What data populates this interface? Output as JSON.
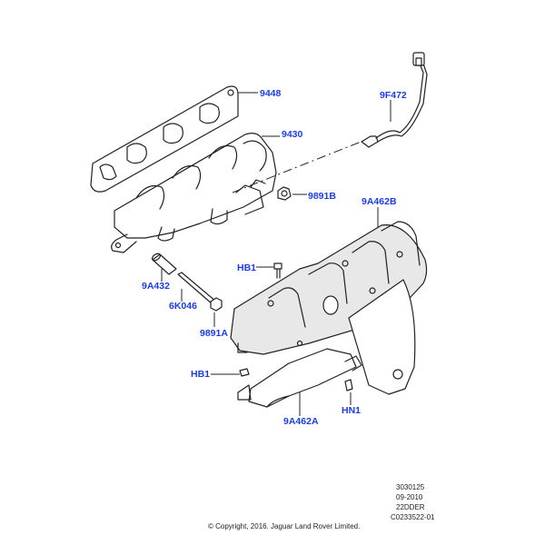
{
  "callouts": {
    "gasket": "9448",
    "manifold": "9430",
    "sensor": "9F472",
    "nut_right": "9891B",
    "heat_shield_upper": "9A462B",
    "spacer": "9A432",
    "stud": "6K046",
    "nut_left": "9891A",
    "bolt_upper": "HB1",
    "bolt_lower": "HB1",
    "heat_shield_lower": "9A462A",
    "nut_shield": "HN1"
  },
  "footer": {
    "ref_1": "3030125",
    "ref_2": "09-2010",
    "ref_3": "22DDER",
    "ref_4": "C0233522-01",
    "copyright": "© Copyright, 2016. Jaguar Land Rover Limited."
  },
  "colors": {
    "callout": "#1a3cf0",
    "line": "#222222"
  }
}
